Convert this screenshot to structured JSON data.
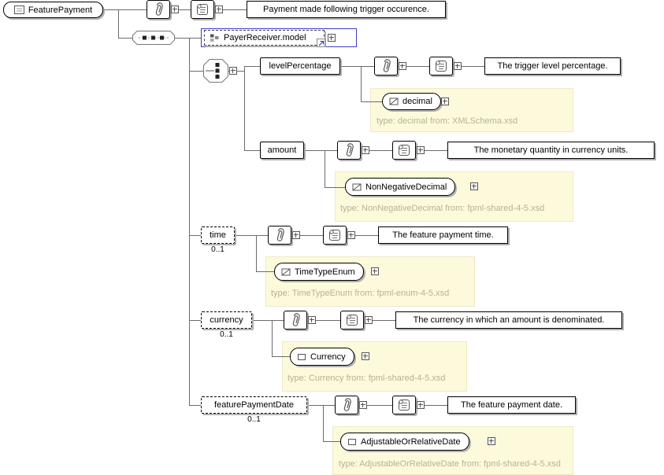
{
  "root": {
    "label": "FeaturePayment",
    "doc": "Payment made following trigger occurence."
  },
  "groupRef": {
    "label": "PayerReceiver.model"
  },
  "elements": [
    {
      "name": "levelPercentage",
      "doc": "The trigger level percentage.",
      "typeName": "decimal",
      "typeNote": "type: decimal from: XMLSchema.xsd"
    },
    {
      "name": "amount",
      "doc": "The monetary quantity in currency units.",
      "typeName": "NonNegativeDecimal",
      "typeNote": "type: NonNegativeDecimal from: fpml-shared-4-5.xsd"
    },
    {
      "name": "time",
      "occurs": "0..1",
      "doc": "The feature payment time.",
      "typeName": "TimeTypeEnum",
      "typeNote": "type: TimeTypeEnum from: fpml-enum-4-5.xsd"
    },
    {
      "name": "currency",
      "occurs": "0..1",
      "doc": "The currency in which an amount is denominated.",
      "typeName": "Currency",
      "typeNote": "type: Currency from: fpml-shared-4-5.xsd"
    },
    {
      "name": "featurePaymentDate",
      "occurs": "0..1",
      "doc": "The feature payment date.",
      "typeName": "AdjustableOrRelativeDate",
      "typeNote": "type: AdjustableOrRelativeDate from: fpml-shared-4-5.xsd"
    }
  ],
  "colors": {
    "panel_bg": "#FDFADC",
    "note_text": "#B6B293",
    "group_link_border": "#3B3BD0",
    "box_shadow": "#B0B0B0",
    "line": "#6B6B6B"
  }
}
